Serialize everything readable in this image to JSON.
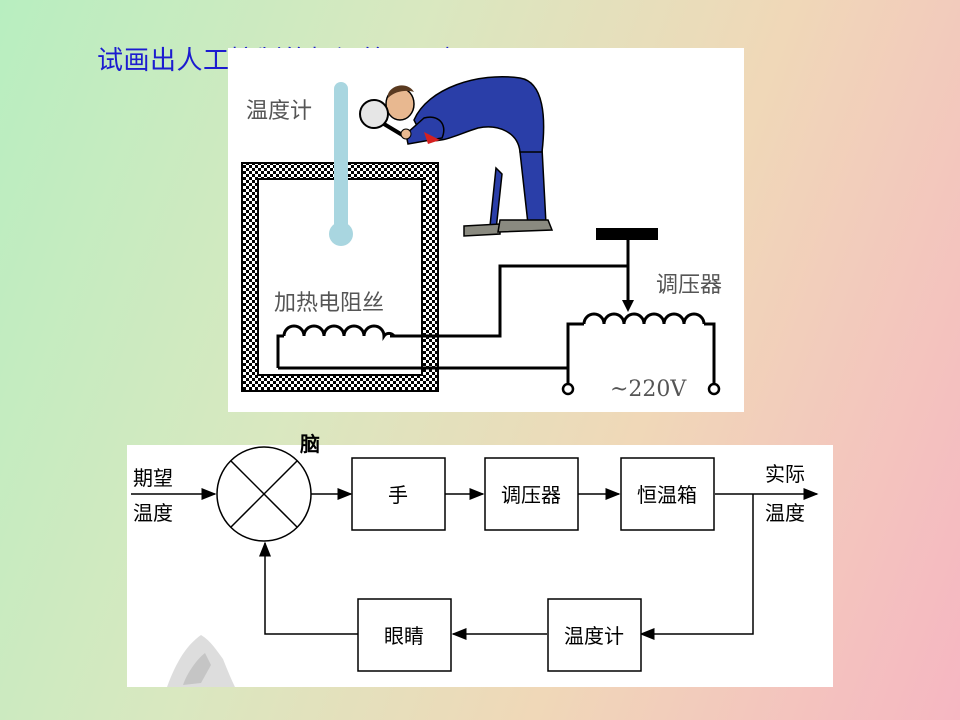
{
  "title": "试画出人工控制的恒温箱原理框图",
  "schematic": {
    "thermometer_label": "温度计",
    "heater_label": "加热电阻丝",
    "regulator_label": "调压器",
    "voltage_label": "~220V"
  },
  "block_diagram": {
    "brain_label": "脑",
    "input_label_line1": "期望",
    "input_label_line2": "温度",
    "output_label_line1": "实际",
    "output_label_line2": "温度",
    "blocks": {
      "hand": "手",
      "regulator": "调压器",
      "oven": "恒温箱",
      "thermometer": "温度计",
      "eyes": "眼睛"
    }
  },
  "colors": {
    "title": "#1c1cd0",
    "suit": "#2a3ea8",
    "thermometer": "#a9d6e0"
  }
}
